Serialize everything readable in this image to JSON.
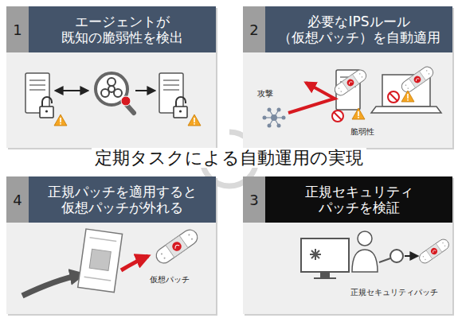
{
  "diagram": {
    "title": "定期タスクによる自動運用の実現",
    "nodes": [
      {
        "text": [
          "1",
          "エージェントが 既知の脆弱性を検出"
        ]
      },
      {
        "text": [
          "2",
          "必要なIPSルール （仮想パッチ）を自動適用"
        ]
      },
      {
        "text": [
          "3",
          "正規セキュリティ パッチを検証"
        ]
      },
      {
        "text": [
          "4",
          "正規パッチを適用すると 仮想パッチが外れる"
        ]
      }
    ],
    "labels": [
      "攻撃",
      "脆弱性",
      "正規セキュリティパッチ",
      "仮想パッチ"
    ]
  }
}
